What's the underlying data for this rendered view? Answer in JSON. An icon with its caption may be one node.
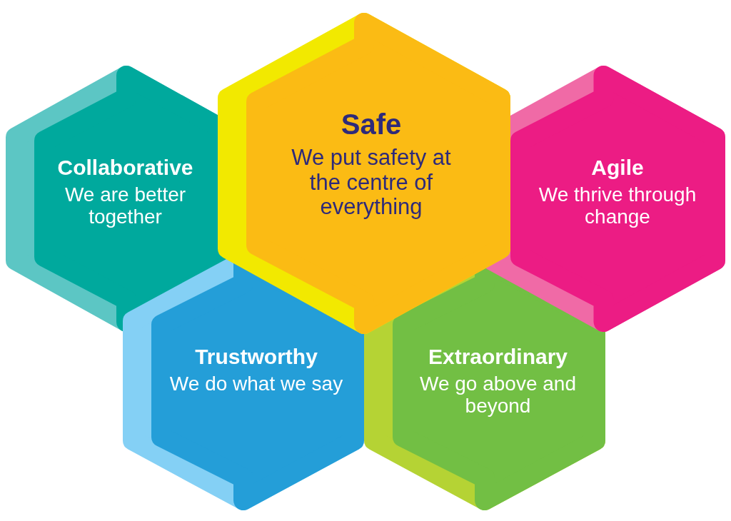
{
  "diagram": {
    "nodes": [
      {
        "text": [
          "Safe",
          "We put safety at the centre of everything"
        ]
      },
      {
        "text": [
          "Collaborative",
          "We are better together"
        ]
      },
      {
        "text": [
          "Agile",
          "We thrive through change"
        ]
      },
      {
        "text": [
          "Trustworthy",
          "We do what we say"
        ]
      },
      {
        "text": [
          "Extraordinary",
          "We go above and beyond"
        ]
      }
    ],
    "edges": []
  }
}
